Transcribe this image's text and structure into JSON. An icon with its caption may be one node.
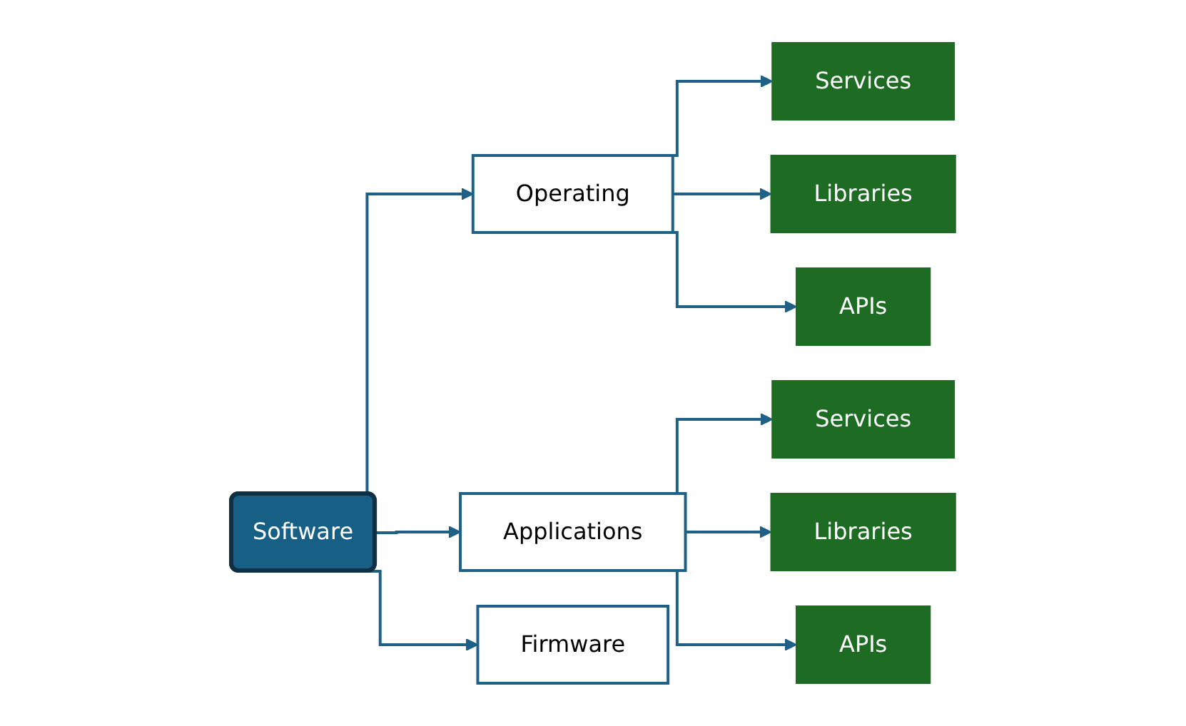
{
  "diagram": {
    "nodes": [
      {
        "text": [
          "Software"
        ]
      },
      {
        "text": [
          "Operating"
        ]
      },
      {
        "text": [
          "Applications"
        ]
      },
      {
        "text": [
          "Firmware"
        ]
      },
      {
        "text": [
          "Services"
        ]
      },
      {
        "text": [
          "Libraries"
        ]
      },
      {
        "text": [
          "APIs"
        ]
      },
      {
        "text": [
          "Services"
        ]
      },
      {
        "text": [
          "Libraries"
        ]
      },
      {
        "text": [
          "APIs"
        ]
      }
    ],
    "edges": [
      {
        "from": 0,
        "to": 1,
        "arrow": "to"
      },
      {
        "from": 0,
        "to": 2,
        "arrow": "to"
      },
      {
        "from": 0,
        "to": 3,
        "arrow": "to"
      },
      {
        "from": 1,
        "to": 4,
        "arrow": "to"
      },
      {
        "from": 1,
        "to": 5,
        "arrow": "to"
      },
      {
        "from": 1,
        "to": 6,
        "arrow": "to"
      },
      {
        "from": 2,
        "to": 7,
        "arrow": "to"
      },
      {
        "from": 2,
        "to": 8,
        "arrow": "to"
      },
      {
        "from": 2,
        "to": 9,
        "arrow": "to"
      }
    ]
  }
}
